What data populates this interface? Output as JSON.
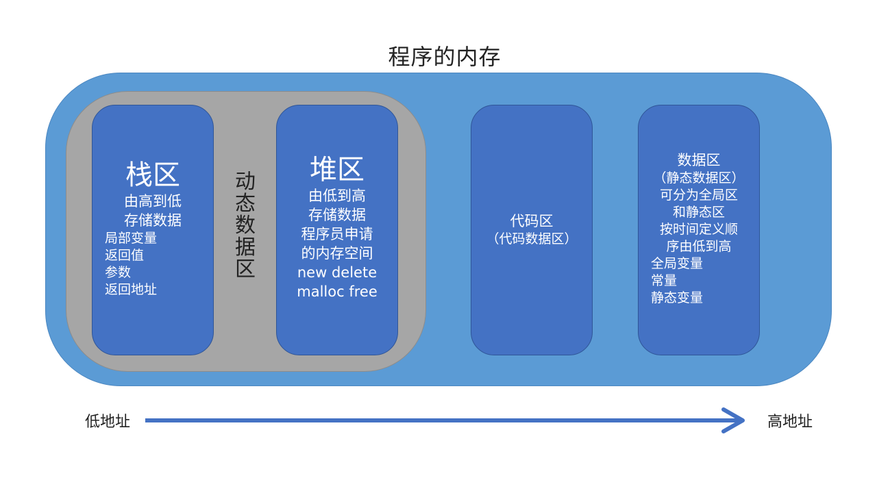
{
  "title": "程序的内存",
  "dynamic_region": {
    "label": "动态数据区"
  },
  "stack": {
    "title": "栈区",
    "lines": [
      "由高到低",
      "存储数据"
    ],
    "items": [
      "局部变量",
      "返回值",
      "参数",
      "返回地址"
    ]
  },
  "heap": {
    "title": "堆区",
    "lines": [
      "由低到高",
      "存储数据",
      "程序员申请",
      "的内存空间",
      "new delete",
      "malloc free"
    ]
  },
  "code": {
    "title": "代码区",
    "subtitle": "（代码数据区）"
  },
  "data": {
    "title": "数据区",
    "lines": [
      "（静态数据区）",
      "可分为全局区",
      "和静态区",
      "按时间定义顺",
      "序由低到高"
    ],
    "items": [
      "全局变量",
      "常量",
      "静态变量"
    ]
  },
  "address": {
    "low": "低地址",
    "high": "高地址"
  },
  "colors": {
    "outer": "#5b9bd5",
    "box": "#4472c4",
    "dynamic_region": "#a6a6a6",
    "arrow": "#4472c4"
  }
}
